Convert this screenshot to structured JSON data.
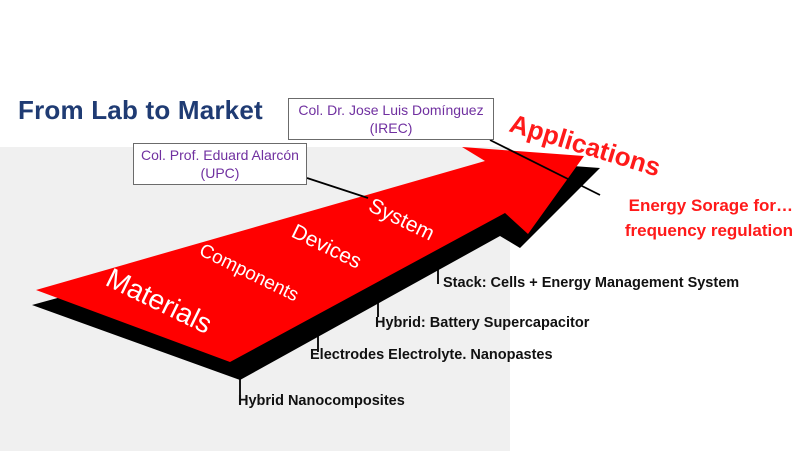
{
  "title": "From Lab to Market",
  "collaborators": [
    {
      "line1": "Col. Dr. Jose Luis Domínguez",
      "line2": "(IREC)"
    },
    {
      "line1": "Col. Prof. Eduard Alarcón",
      "line2": "(UPC)"
    }
  ],
  "stages": [
    "Materials",
    "Components",
    "Devices",
    "System"
  ],
  "levels": [
    "Stack: Cells + Energy Management System",
    "Hybrid: Battery Supercapacitor",
    "Electrodes Electrolyte.  Nanopastes",
    "Hybrid Nanocomposites"
  ],
  "applications": {
    "title": "Applications",
    "line1": "Energy Sorage for…",
    "line2": "frequency regulation"
  },
  "colors": {
    "arrow": "#ff0000",
    "arrow_shadow": "#000000",
    "backdrop": "#f0f0f0",
    "title": "#1f3b73",
    "collaborator_text": "#7030a0",
    "applications": "#ff1a1a"
  }
}
